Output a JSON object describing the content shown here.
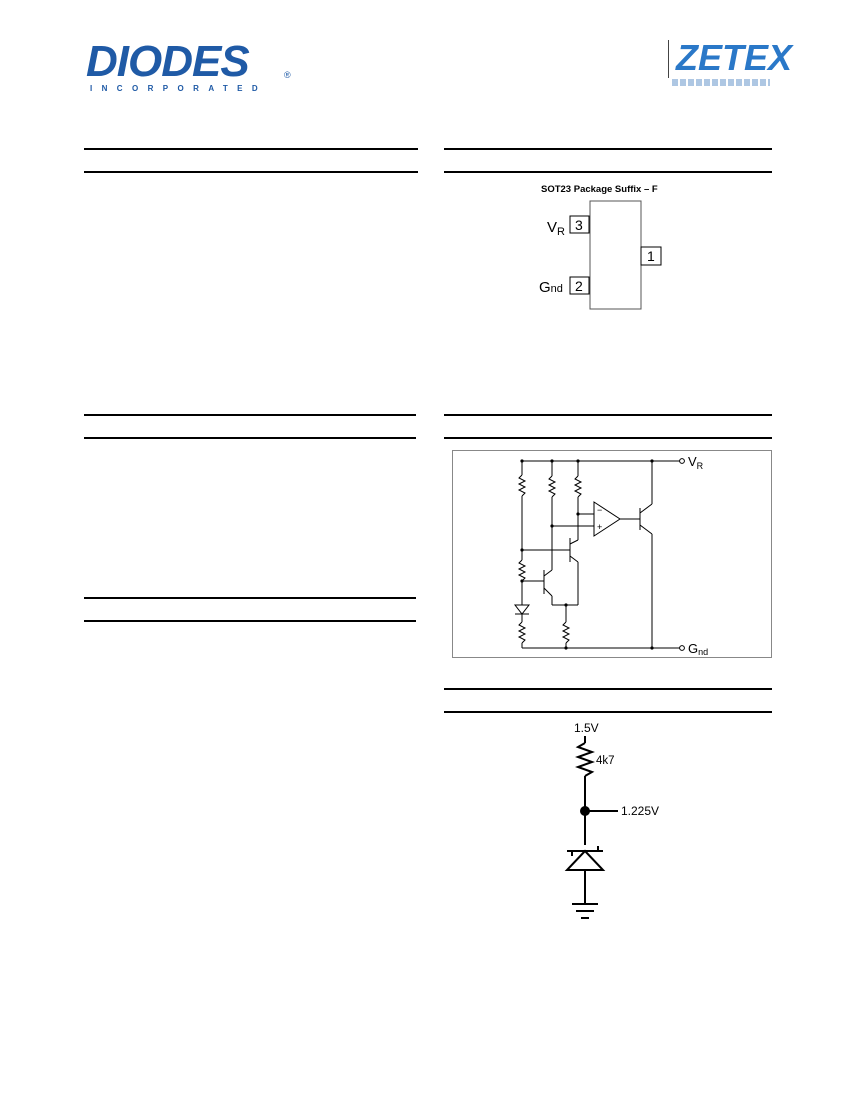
{
  "header": {
    "diodes_logo": {
      "word": "DIODES",
      "sub": "INCORPORATED",
      "reg": "®"
    },
    "zetex_logo": {
      "word": "ZETEX"
    }
  },
  "pinout": {
    "package": "SOT23   Package Suffix  – F",
    "pins": [
      {
        "number": "3",
        "label_main": "V",
        "label_sub": "R"
      },
      {
        "number": "2",
        "label_main": "G",
        "label_sub": "nd"
      },
      {
        "number": "1"
      }
    ]
  },
  "block_diagram": {
    "vr_main": "V",
    "vr_sub": "R",
    "gnd_main": "G",
    "gnd_sub": "nd",
    "opamp_minus": "−",
    "opamp_plus": "+"
  },
  "application": {
    "supply": "1.5V",
    "resistor": "4k7",
    "output": "1.225V"
  },
  "colors": {
    "diodes_blue": "#1f5aa6",
    "zetex_blue": "#2a78c8"
  }
}
